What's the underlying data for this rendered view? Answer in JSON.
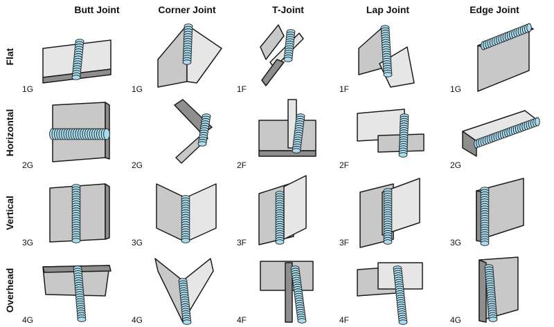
{
  "colors": {
    "plate_front": "#c8c8c8",
    "plate_top": "#e6e6e6",
    "plate_side": "#8e8e8e",
    "outline": "#1a1a1a",
    "weld_bead": "#a8dcef"
  },
  "columns": [
    "Butt Joint",
    "Corner Joint",
    "T-Joint",
    "Lap Joint",
    "Edge Joint"
  ],
  "rows": [
    "Flat",
    "Horizontal",
    "Vertical",
    "Overhead"
  ],
  "cells": [
    [
      {
        "code": "1G",
        "joint": "butt",
        "bead": "vertical"
      },
      {
        "code": "1G",
        "joint": "corner",
        "bead": "vertical"
      },
      {
        "code": "1F",
        "joint": "tee",
        "bead": "vertical"
      },
      {
        "code": "1F",
        "joint": "lap",
        "bead": "vertical"
      },
      {
        "code": "1G",
        "joint": "edge",
        "bead": "horizontal"
      }
    ],
    [
      {
        "code": "2G",
        "joint": "butt",
        "bead": "horizontal"
      },
      {
        "code": "2G",
        "joint": "corner",
        "bead": "vertical"
      },
      {
        "code": "2F",
        "joint": "tee",
        "bead": "vertical"
      },
      {
        "code": "2F",
        "joint": "lap",
        "bead": "vertical"
      },
      {
        "code": "2G",
        "joint": "edge",
        "bead": "horizontal"
      }
    ],
    [
      {
        "code": "3G",
        "joint": "butt",
        "bead": "vertical"
      },
      {
        "code": "3G",
        "joint": "corner",
        "bead": "vertical"
      },
      {
        "code": "3F",
        "joint": "tee",
        "bead": "vertical"
      },
      {
        "code": "3F",
        "joint": "lap",
        "bead": "vertical"
      },
      {
        "code": "3G",
        "joint": "edge",
        "bead": "vertical"
      }
    ],
    [
      {
        "code": "4G",
        "joint": "butt",
        "bead": "vertical"
      },
      {
        "code": "4G",
        "joint": "corner",
        "bead": "vertical"
      },
      {
        "code": "4F",
        "joint": "tee",
        "bead": "vertical"
      },
      {
        "code": "4F",
        "joint": "lap",
        "bead": "vertical"
      },
      {
        "code": "4G",
        "joint": "edge",
        "bead": "vertical"
      }
    ]
  ]
}
